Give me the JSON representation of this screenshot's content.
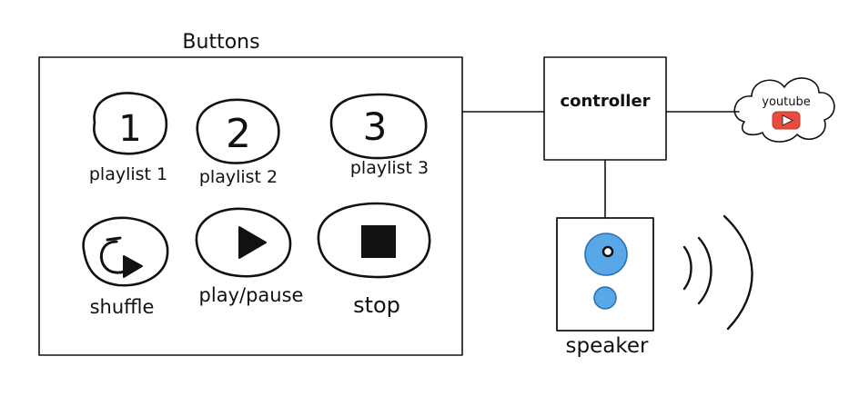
{
  "buttons_panel": {
    "title": "Buttons",
    "buttons": [
      {
        "label": "playlist 1",
        "glyph": "1"
      },
      {
        "label": "playlist 2",
        "glyph": "2"
      },
      {
        "label": "playlist 3",
        "glyph": "3"
      },
      {
        "label": "shuffle",
        "icon": "shuffle-icon"
      },
      {
        "label": "play/pause",
        "icon": "play-icon"
      },
      {
        "label": "stop",
        "icon": "stop-icon"
      }
    ]
  },
  "controller": {
    "label": "controller"
  },
  "youtube": {
    "label": "youtube",
    "icon": "youtube-play-icon",
    "color": "#e84c3d"
  },
  "speaker": {
    "label": "speaker",
    "color": "#5aa7e8"
  }
}
